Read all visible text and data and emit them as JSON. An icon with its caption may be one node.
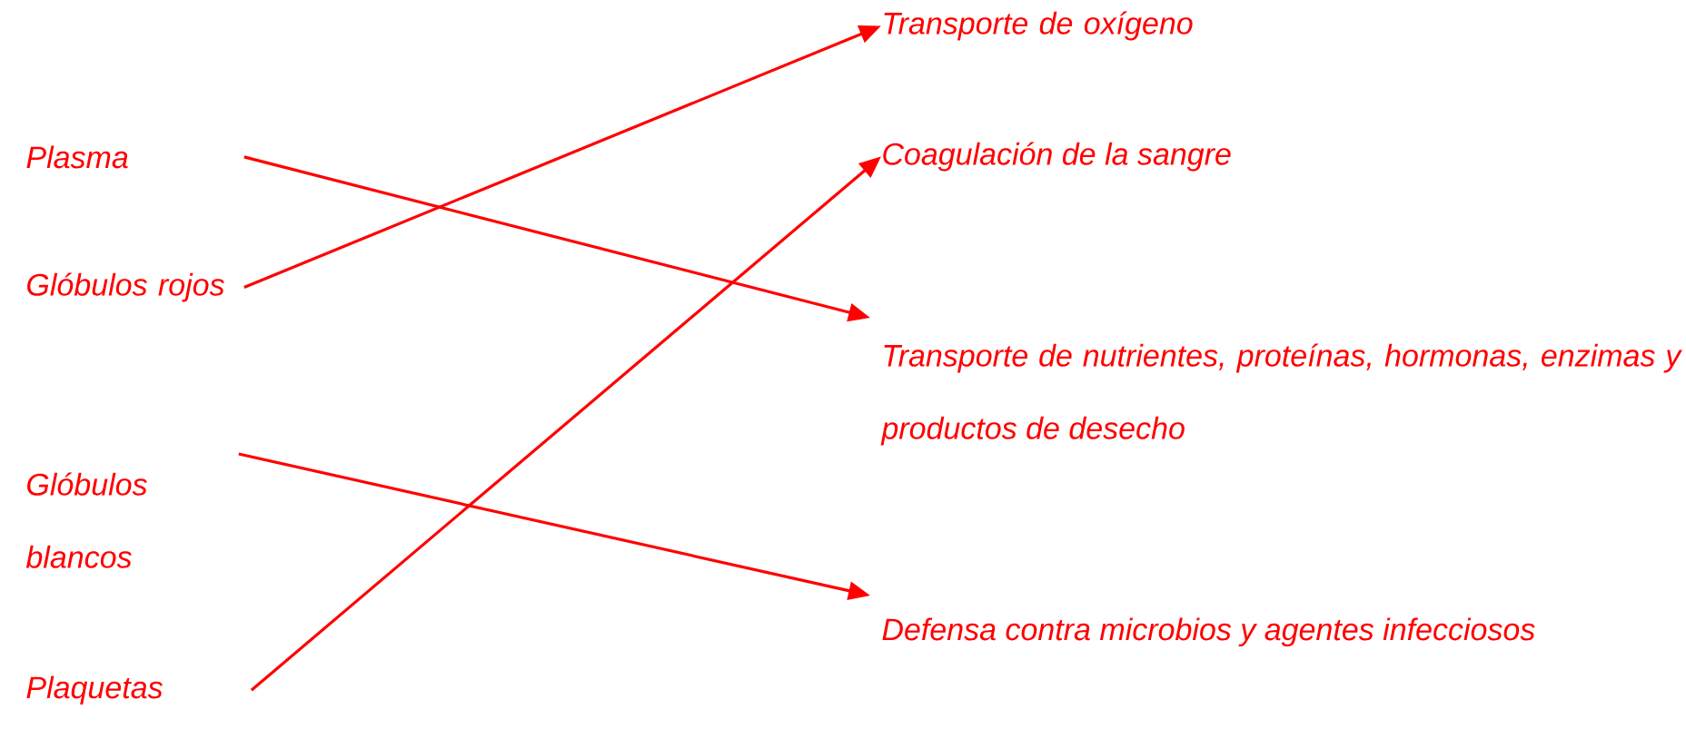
{
  "diagram": {
    "nodes": [
      {
        "text": [
          "Plasma"
        ]
      },
      {
        "text": [
          "Glóbulos rojos"
        ]
      },
      {
        "text": [
          "Glóbulos blancos"
        ]
      },
      {
        "text": [
          "Plaquetas"
        ]
      },
      {
        "text": [
          "Transporte de oxígeno"
        ]
      },
      {
        "text": [
          "Coagulación de la sangre"
        ]
      },
      {
        "text": [
          "Transporte de nutrientes, proteínas, hormonas, enzimas y productos de desecho"
        ]
      },
      {
        "text": [
          "Defensa contra microbios y agentes infecciosos"
        ]
      }
    ],
    "edges": [
      {
        "from": 0,
        "to": 6,
        "arrow": "to"
      },
      {
        "from": 1,
        "to": 4,
        "arrow": "to"
      },
      {
        "from": 2,
        "to": 7,
        "arrow": "to"
      },
      {
        "from": 3,
        "to": 5,
        "arrow": "to"
      }
    ]
  }
}
